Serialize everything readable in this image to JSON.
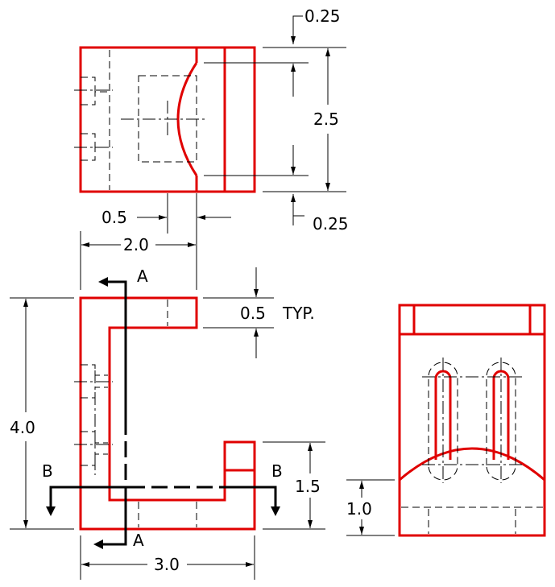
{
  "dimensions": {
    "top_offset": "0.25",
    "height": "2.5",
    "bottom_offset": "0.25",
    "recess_width": "0.5",
    "recess_offset": "2.0",
    "thickness": "0.5",
    "thickness_note": "TYP.",
    "overall_height": "4.0",
    "overall_width": "3.0",
    "lower_leg_height": "1.5",
    "arc_height": "1.0"
  },
  "section_labels": {
    "a_top": "A",
    "a_bottom": "A",
    "b_left": "B",
    "b_right": "B"
  },
  "colors": {
    "object_lines": "#e00000",
    "dimension_lines": "#000000"
  }
}
